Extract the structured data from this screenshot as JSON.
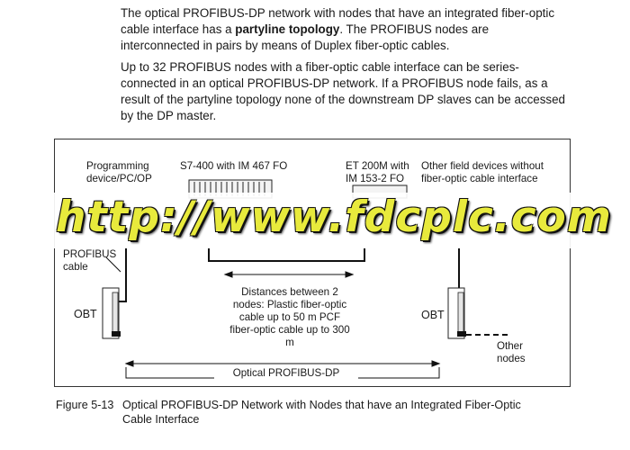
{
  "paragraph1": {
    "before": "The optical PROFIBUS-DP network with nodes that have an integrated fiber-optic cable interface has a ",
    "bold": "partyline topology",
    "after": ". The PROFIBUS nodes are interconnected in pairs by means of Duplex fiber-optic cables."
  },
  "paragraph2": "Up to 32 PROFIBUS nodes with a fiber-optic cable interface can be series-connected in an optical PROFIBUS-DP network. If a PROFIBUS node fails, as a result of the partyline topology none of the downstream DP slaves can be accessed by the DP master.",
  "figure": {
    "labels": {
      "programming": "Programming device/PC/OP",
      "s7": "S7-400 with IM 467 FO",
      "et200m": "ET 200M with IM 153-2 FO",
      "other_devices": "Other field devices without fiber-optic cable interface",
      "profibus_cable": "PROFIBUS cable",
      "obt_left": "OBT",
      "obt_right": "OBT",
      "distances": "Distances between 2 nodes: Plastic fiber-optic cable up to 50 m PCF fiber-optic cable up to 300 m",
      "network": "Optical PROFIBUS-DP",
      "other_nodes": "Other nodes"
    }
  },
  "watermark": "http://www.fdcplc.com",
  "caption": {
    "number": "Figure 5-13",
    "text": "Optical PROFIBUS-DP Network with Nodes that have an Integrated Fiber-Optic Cable Interface"
  }
}
